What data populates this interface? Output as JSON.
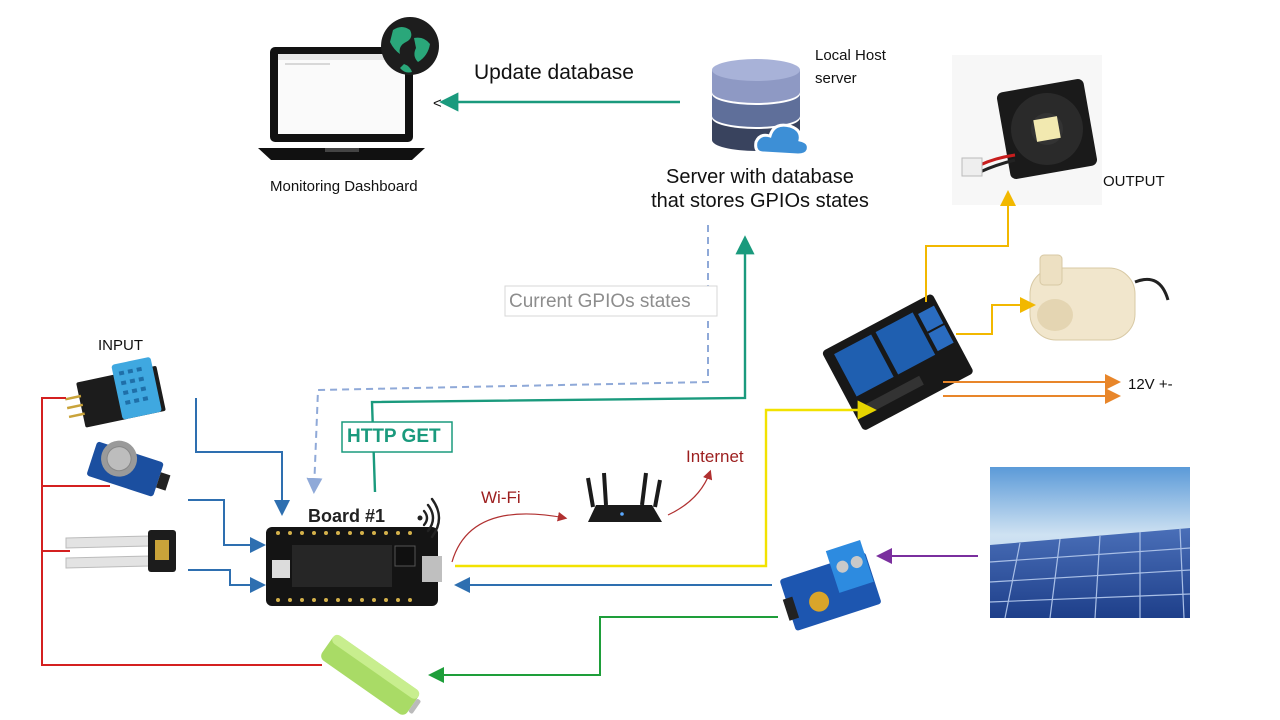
{
  "labels": {
    "update_database": "Update database",
    "local_host_line1": "Local Host",
    "local_host_line2": "server",
    "monitoring_dashboard": "Monitoring Dashboard",
    "server_line1": "Server with database",
    "server_line2": "that stores GPIOs states",
    "output": "OUTPUT",
    "input": "INPUT",
    "current_gpio": "Current GPIOs states",
    "http_get": "HTTP GET",
    "internet": "Internet",
    "wifi": "Wi-Fi",
    "board": "Board #1",
    "voltage": "12V +-"
  },
  "colors": {
    "teal": "#1a9a7d",
    "blue": "#2e6fb0",
    "dashed_blue": "#8fa9d8",
    "red": "#d42020",
    "yellow": "#f2e200",
    "orange": "#e8862a",
    "gold": "#f2b800",
    "green": "#1e9e3a",
    "purple": "#7a2f9e",
    "dark_red": "#9c1e1e"
  },
  "icons": [
    "laptop-icon",
    "globe-icon",
    "database-server-icon",
    "cloud-icon",
    "fan-icon",
    "water-pump-icon",
    "relay-module-icon",
    "esp32-board-icon",
    "wifi-signal-icon",
    "router-icon",
    "dht-sensor-icon",
    "gas-sensor-icon",
    "soil-moisture-sensor-icon",
    "voltage-sensor-icon",
    "solar-panel-icon",
    "battery-icon"
  ]
}
